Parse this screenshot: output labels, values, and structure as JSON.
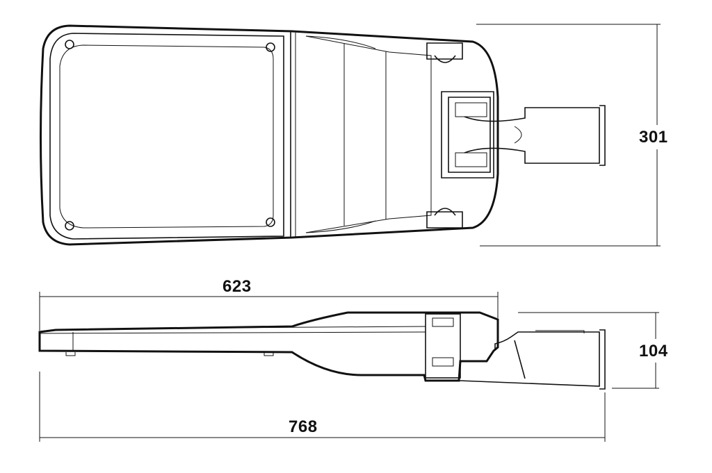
{
  "dimensions": {
    "width_top": "301",
    "body_length": "623",
    "height_side": "104",
    "total_length": "768"
  },
  "colors": {
    "line": "#111111",
    "background": "#ffffff"
  }
}
